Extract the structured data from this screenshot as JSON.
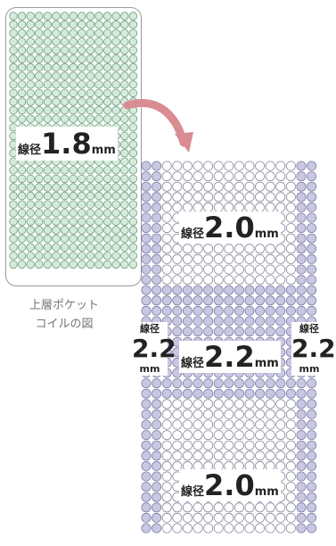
{
  "colors": {
    "upper_coil_fill": "#d4ebdb",
    "upper_coil_stroke": "#6e9c7d",
    "lavender_coil_fill": "#c9c8e3",
    "lavender_coil_stroke": "#7f7da6",
    "white_coil_fill": "#ffffff",
    "white_coil_stroke": "#8a8a9e",
    "arrow": "#d98c92"
  },
  "upper": {
    "kanji": "線径",
    "value": "1.8",
    "unit": "mm"
  },
  "caption": {
    "line1": "上層ポケット",
    "line2": "コイルの図"
  },
  "lower": {
    "top_zone": {
      "kanji": "線径",
      "value": "2.0",
      "unit": "mm"
    },
    "middle_zone": {
      "kanji": "線径",
      "value": "2.2",
      "unit": "mm"
    },
    "bottom_zone": {
      "kanji": "線径",
      "value": "2.0",
      "unit": "mm"
    },
    "side_left": {
      "kanji": "線径",
      "value": "2.2",
      "unit": "mm"
    },
    "side_right": {
      "kanji": "線径",
      "value": "2.2",
      "unit": "mm"
    }
  }
}
